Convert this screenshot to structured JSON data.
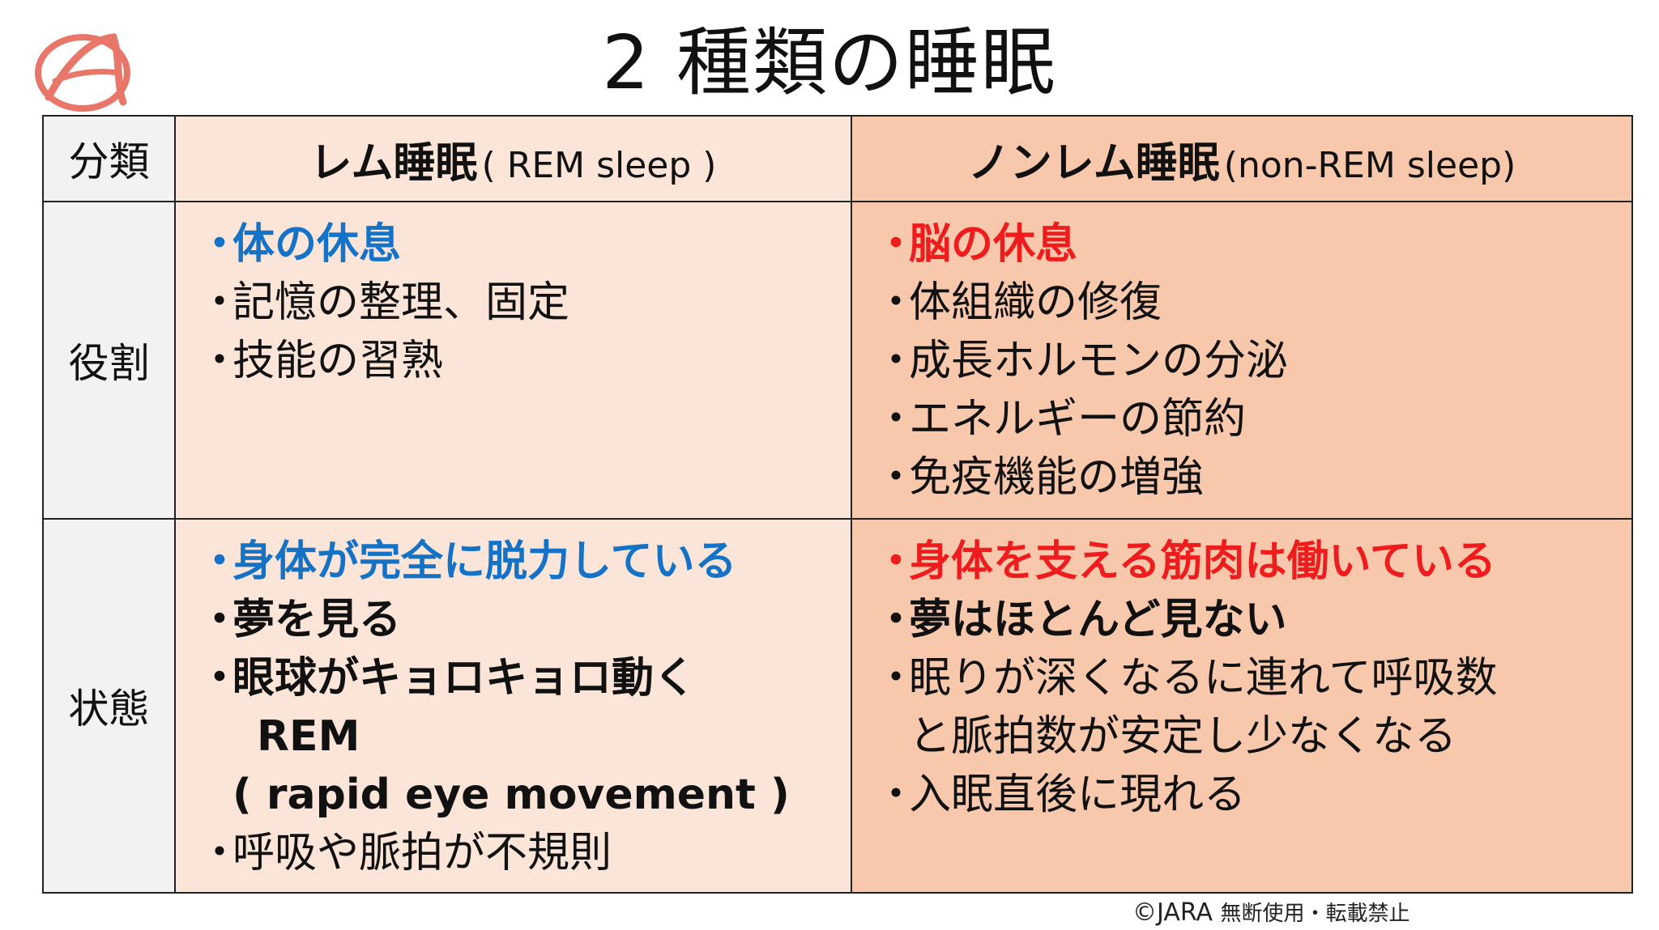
{
  "title": "2 種類の睡眠",
  "table": {
    "header": {
      "category": "分類",
      "rem_name": "レム睡眠",
      "rem_sub": "( REM sleep )",
      "nrem_name": "ノンレム睡眠",
      "nrem_sub": "(non-REM sleep)"
    },
    "role": {
      "label": "役割",
      "rem": [
        "体の休息",
        "記憶の整理、固定",
        "技能の習熟"
      ],
      "nrem": [
        "脳の休息",
        "体組織の修復",
        "成長ホルモンの分泌",
        "エネルギーの節約",
        "免疫機能の増強"
      ]
    },
    "state": {
      "label": "状態",
      "rem": [
        "身体が完全に脱力している",
        "夢を見る",
        "眼球がキョロキョロ動く",
        "REM",
        "( rapid eye movement )",
        "呼吸や脈拍が不規則"
      ],
      "nrem": [
        "身体を支える筋肉は働いている",
        "夢はほとんど見ない",
        "眠りが深くなるに連れて呼吸数",
        "と脈拍数が安定し少なくなる",
        "入眠直後に現れる"
      ]
    }
  },
  "footer": {
    "copyright": "©JARA",
    "notice": "無断使用・転載禁止"
  },
  "colors": {
    "rem_bg": "#fbe5d8",
    "nrem_bg": "#f8c8ac",
    "category_bg": "#f2f2f2",
    "blue_text": "#1473c7",
    "red_text": "#ee1c1c",
    "logo": "#e8776a"
  }
}
